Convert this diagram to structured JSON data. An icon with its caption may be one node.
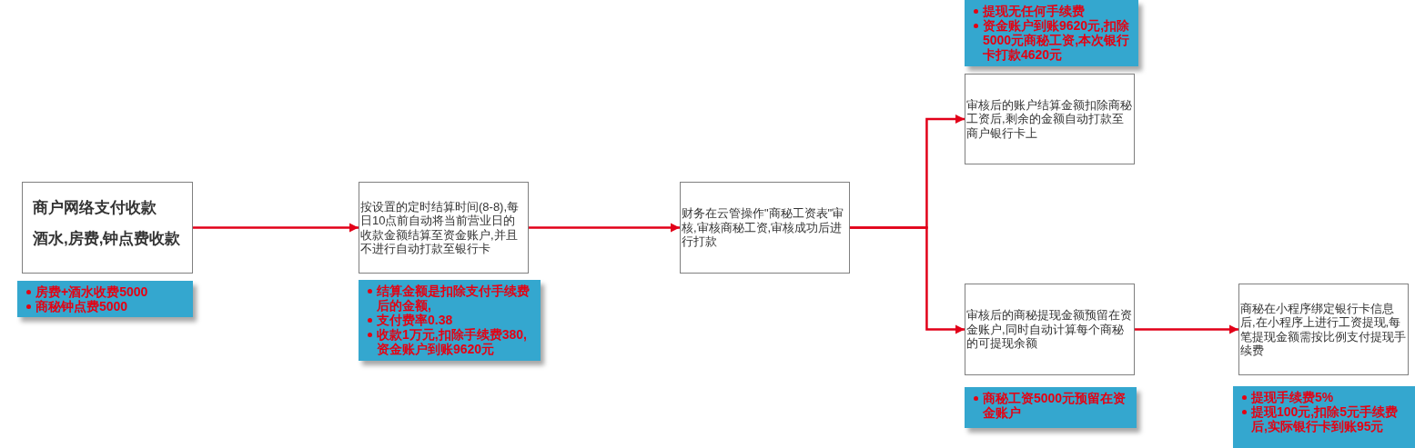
{
  "diagram": {
    "nodes": [
      {
        "text": [
          "商户网络支付收款",
          "酒水,房费,钟点费收款"
        ]
      },
      {
        "text": [
          "房费+酒水收费5000",
          "商秘钟点费5000"
        ]
      },
      {
        "text": [
          "按设置的定时结算时间(8-8),每日10点前自动将当前营业日的收款金额结算至资金账户,并且不进行自动打款至银行卡"
        ]
      },
      {
        "text": [
          "结算金额是扣除支付手续费后的金额,",
          "支付费率0.38",
          "收款1万元,扣除手续费380,资金账户到账9620元"
        ]
      },
      {
        "text": [
          "财务在云管操作\"商秘工资表\"审核,审核商秘工资,审核成功后进行打款"
        ]
      },
      {
        "text": [
          "提现无任何手续费",
          "资金账户到账9620元,扣除5000元商秘工资,本次银行卡打款4620元"
        ]
      },
      {
        "text": [
          "审核后的账户结算金额扣除商秘工资后,剩余的金额自动打款至商户银行卡上"
        ]
      },
      {
        "text": [
          "审核后的商秘提现金额预留在资金账户,同时自动计算每个商秘的可提现余额"
        ]
      },
      {
        "text": [
          "商秘工资5000元预留在资金账户"
        ]
      },
      {
        "text": [
          "商秘在小程序绑定银行卡信息后,在小程序上进行工资提现,每笔提现金额需按比例支付提现手续费"
        ]
      },
      {
        "text": [
          "提现手续费5%",
          "提现100元,扣除5元手续费后,实际银行卡到账95元"
        ]
      }
    ],
    "edges": [
      {
        "from": 0,
        "to": 2,
        "arrow": "to"
      },
      {
        "from": 2,
        "to": 4,
        "arrow": "to"
      },
      {
        "from": 4,
        "to": 6,
        "arrow": "to"
      },
      {
        "from": 4,
        "to": 7,
        "arrow": "to"
      },
      {
        "from": 7,
        "to": 9,
        "arrow": "to"
      }
    ]
  }
}
